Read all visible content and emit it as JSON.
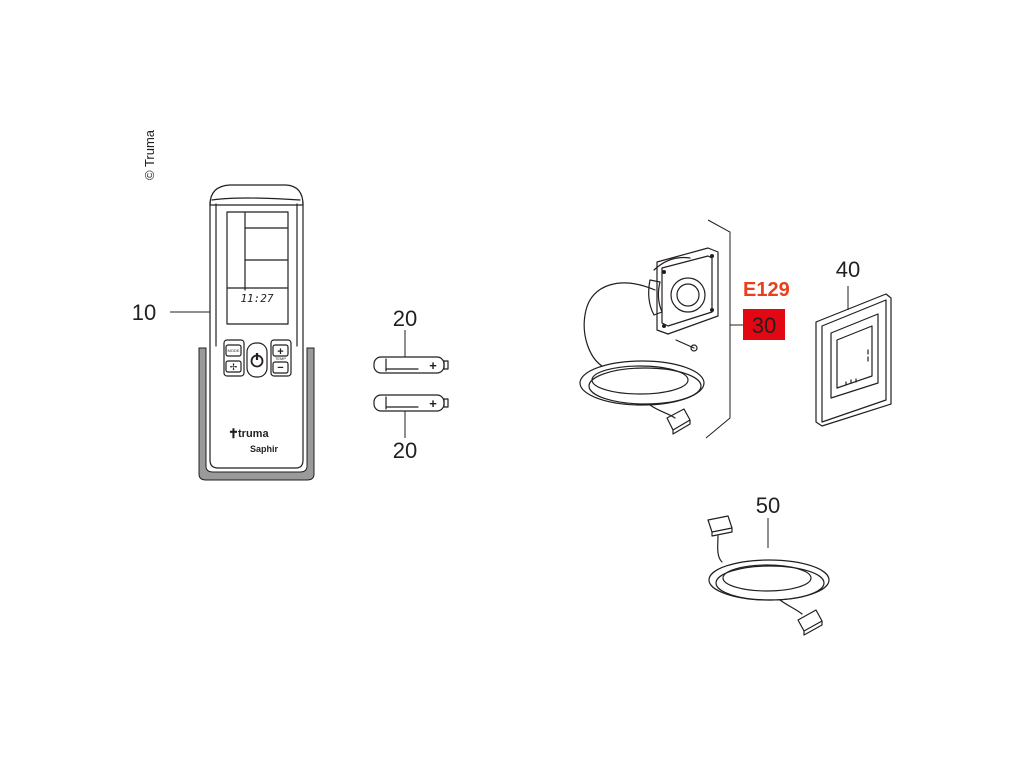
{
  "copyright": "© Truma",
  "highlight": {
    "code": "E129",
    "part": "30",
    "code_color": "#e8401c",
    "box_color": "#e30613"
  },
  "parts": [
    {
      "id": "remote",
      "number": "10",
      "icon": "remote-control-icon"
    },
    {
      "id": "battery-top",
      "number": "20",
      "icon": "battery-icon"
    },
    {
      "id": "battery-bottom",
      "number": "20",
      "icon": "battery-icon"
    },
    {
      "id": "receiver",
      "number": "30",
      "icon": "ir-receiver-icon"
    },
    {
      "id": "frame",
      "number": "40",
      "icon": "cover-frame-icon"
    },
    {
      "id": "cable",
      "number": "50",
      "icon": "cable-icon"
    }
  ],
  "remote": {
    "clock": "11:27",
    "mode_label": "MODE",
    "temp_label": "TEMP",
    "brand": "truma",
    "model": "Saphir"
  }
}
